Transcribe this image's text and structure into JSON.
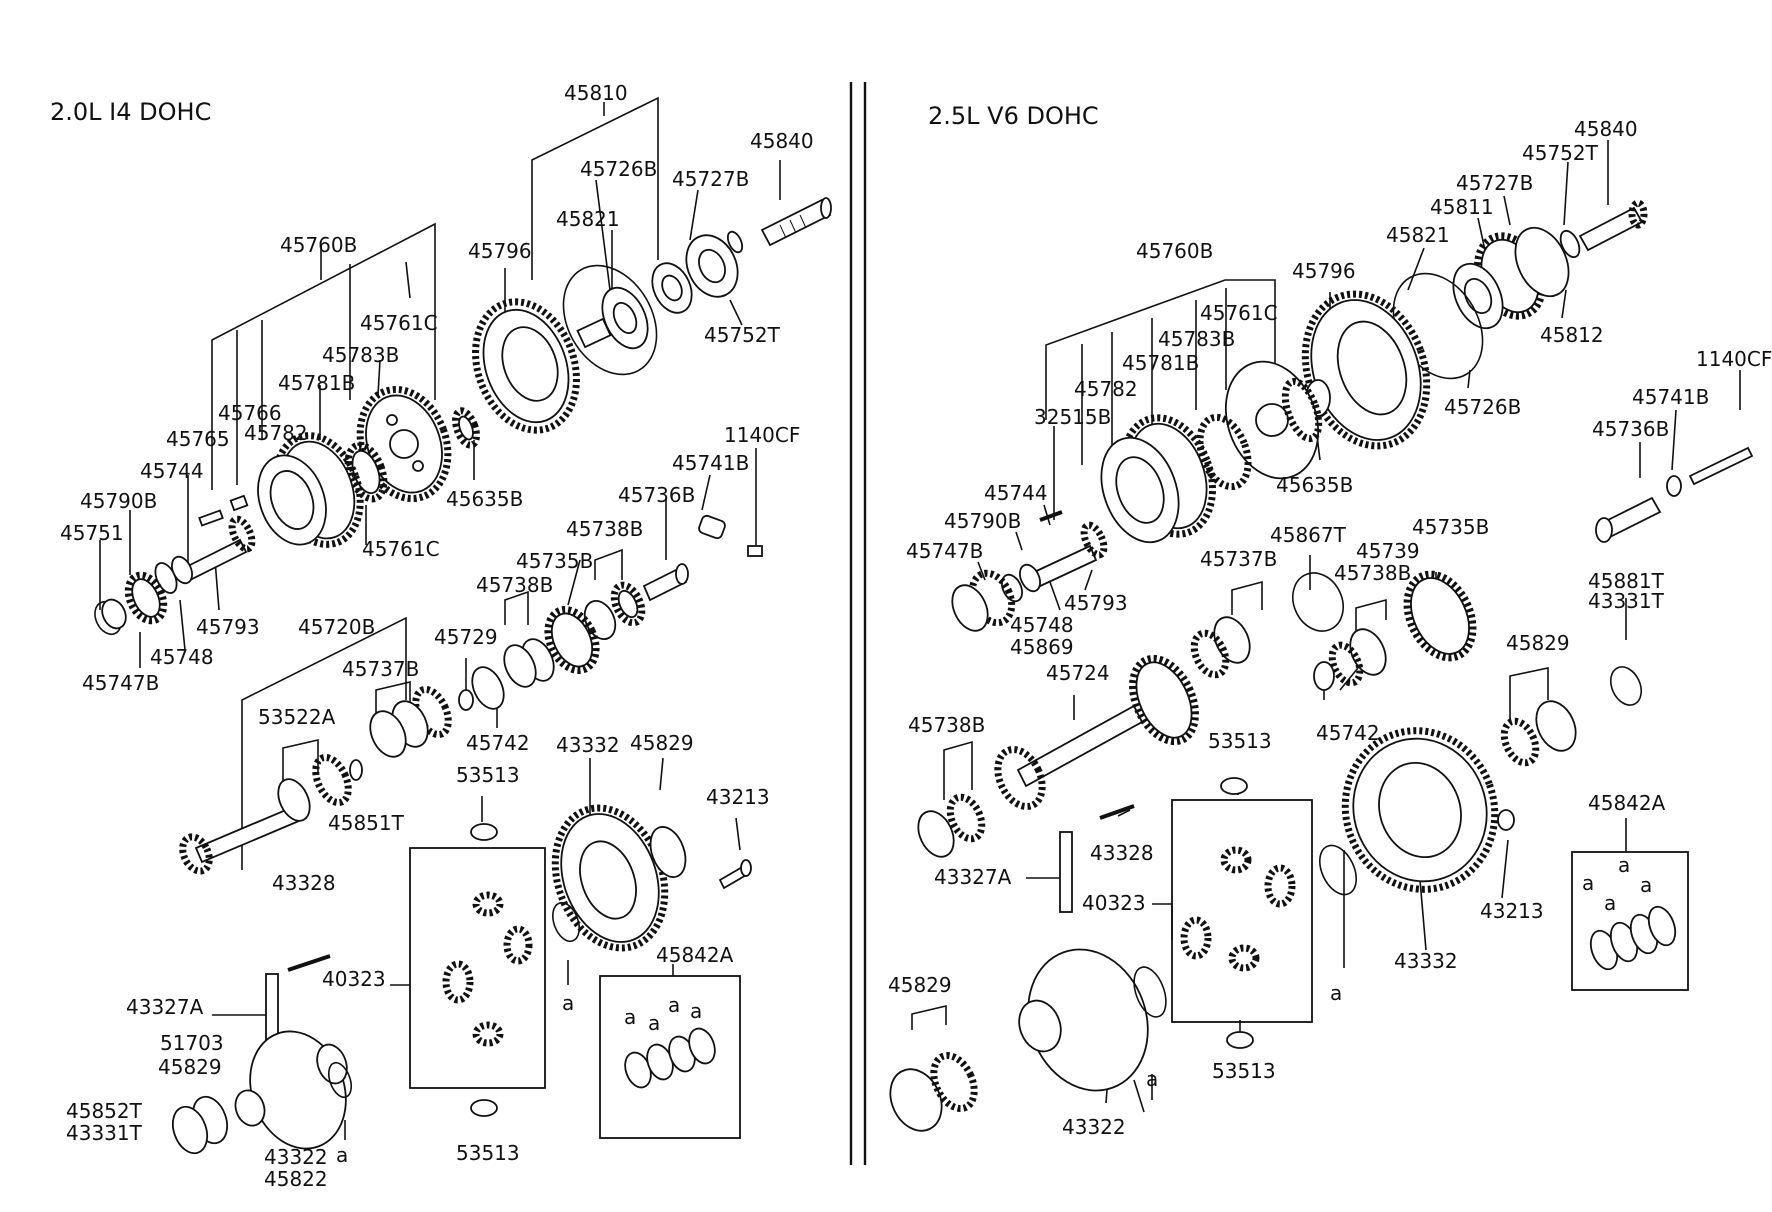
{
  "left_title": "2.0L I4 DOHC",
  "right_title": "2.5L V6 DOHC",
  "left": {
    "p45810": "45810",
    "p45726B": "45726B",
    "p45727B": "45727B",
    "p45840": "45840",
    "p45821": "45821",
    "p45796": "45796",
    "p45760B": "45760B",
    "p45761C_a": "45761C",
    "p45783B": "45783B",
    "p45781B": "45781B",
    "p45766": "45766",
    "p45765": "45765",
    "p45782": "45782",
    "p45744": "45744",
    "p45790B": "45790B",
    "p45751": "45751",
    "p45793": "45793",
    "p45748": "45748",
    "p45747B": "45747B",
    "p45761C_b": "45761C",
    "p45635B": "45635B",
    "p45752T": "45752T",
    "p1140CF": "1140CF",
    "p45741B": "45741B",
    "p45736B": "45736B",
    "p45738B_a": "45738B",
    "p45735B": "45735B",
    "p45738B_b": "45738B",
    "p45720B": "45720B",
    "p45729": "45729",
    "p45737B": "45737B",
    "p53522A": "53522A",
    "p45742": "45742",
    "p45851T": "45851T",
    "p43332": "43332",
    "p45829_a": "45829",
    "p53513_a": "53513",
    "p43213": "43213",
    "p43328": "43328",
    "p40323": "40323",
    "p43327A": "43327A",
    "p51703": "51703",
    "p45829_b": "45829",
    "p45852T": "45852T",
    "p43331T": "43331T",
    "p43322": "43322",
    "p45822": "45822",
    "p53513_b": "53513",
    "p45842A": "45842A",
    "a": "a"
  },
  "right": {
    "p45840": "45840",
    "p45752T": "45752T",
    "p45727B": "45727B",
    "p45811": "45811",
    "p45821": "45821",
    "p45796": "45796",
    "p45760B": "45760B",
    "p45761C": "45761C",
    "p45783B": "45783B",
    "p45781B": "45781B",
    "p45782": "45782",
    "p32515B": "32515B",
    "p45812": "45812",
    "p45726B": "45726B",
    "p1140CF": "1140CF",
    "p45741B": "45741B",
    "p45736B": "45736B",
    "p45635B": "45635B",
    "p45744": "45744",
    "p45790B": "45790B",
    "p45747B": "45747B",
    "p45793": "45793",
    "p45748": "45748",
    "p45869": "45869",
    "p45867T": "45867T",
    "p45737B": "45737B",
    "p45739": "45739",
    "p45738B_a": "45738B",
    "p45735B": "45735B",
    "p45881T": "45881T",
    "p43331T": "43331T",
    "p45724": "45724",
    "p45742": "45742",
    "p45829_a": "45829",
    "p45738B_b": "45738B",
    "p53513_a": "53513",
    "p43328": "43328",
    "p43327A": "43327A",
    "p40323": "40323",
    "p43213": "43213",
    "p43332": "43332",
    "p45842A": "45842A",
    "p45829_b": "45829",
    "p43322": "43322",
    "p53513_b": "53513",
    "a": "a"
  }
}
